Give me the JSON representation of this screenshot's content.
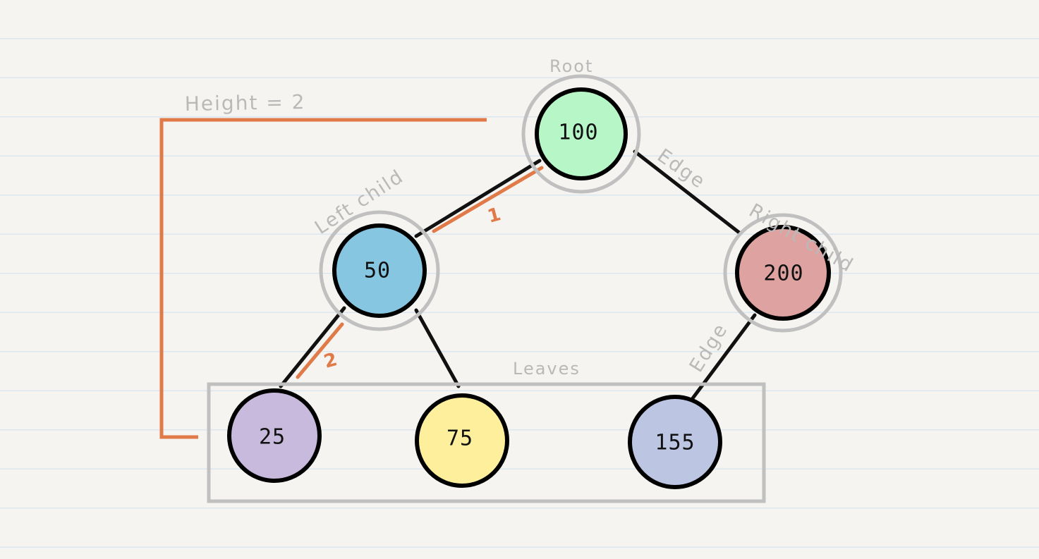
{
  "colors": {
    "background": "#f5f4f0",
    "rule_line": "#dce6ee",
    "edge": "#111111",
    "height_marker": "#e07a48",
    "halo": "#c0c0c0",
    "label": "#b9b9b9"
  },
  "labels": {
    "root": "Root",
    "left_child": "Left child",
    "right_child": "Right child",
    "edge_top": "Edge",
    "edge_bottom": "Edge",
    "leaves": "Leaves",
    "height": "Height = 2",
    "step_1": "1",
    "step_2": "2"
  },
  "nodes": [
    {
      "id": "n100",
      "value": "100",
      "fill": "#b7f7c7"
    },
    {
      "id": "n50",
      "value": "50",
      "fill": "#87c6e0"
    },
    {
      "id": "n200",
      "value": "200",
      "fill": "#dea3a1"
    },
    {
      "id": "n25",
      "value": "25",
      "fill": "#c8badd"
    },
    {
      "id": "n75",
      "value": "75",
      "fill": "#fdef9b"
    },
    {
      "id": "n155",
      "value": "155",
      "fill": "#bcc6e2"
    }
  ],
  "edges": [
    {
      "from": "100",
      "to": "50"
    },
    {
      "from": "100",
      "to": "200"
    },
    {
      "from": "50",
      "to": "25"
    },
    {
      "from": "50",
      "to": "75"
    },
    {
      "from": "200",
      "to": "155"
    }
  ]
}
